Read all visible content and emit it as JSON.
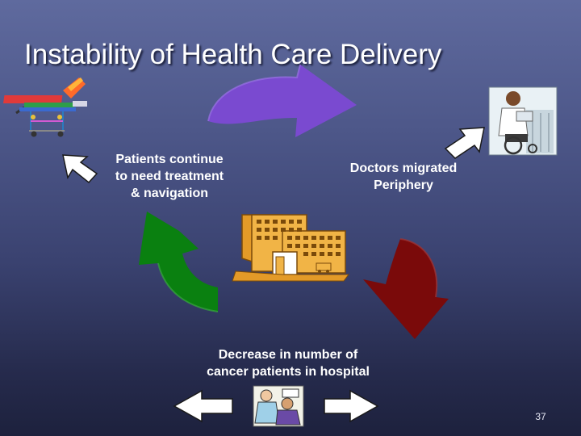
{
  "slide": {
    "title": "Instability of Health Care Delivery",
    "page_number": "37"
  },
  "cycle": {
    "labels": {
      "patients": "Patients continue\nto need  treatment\n& navigation",
      "doctors": "Doctors migrated\nPeriphery",
      "decrease": "Decrease in number of\ncancer patients in hospital"
    }
  },
  "colors": {
    "arrow_purple": "#7a4ad0",
    "arrow_darkred": "#7a0a0a",
    "arrow_green": "#0a8010",
    "building": "#e39a28",
    "pointer_arrows": "#ffffff"
  },
  "icons": [
    "stretcher-icon",
    "doctor-wheelchair-icon",
    "hospital-building-icon",
    "doctor-patient-icon"
  ]
}
